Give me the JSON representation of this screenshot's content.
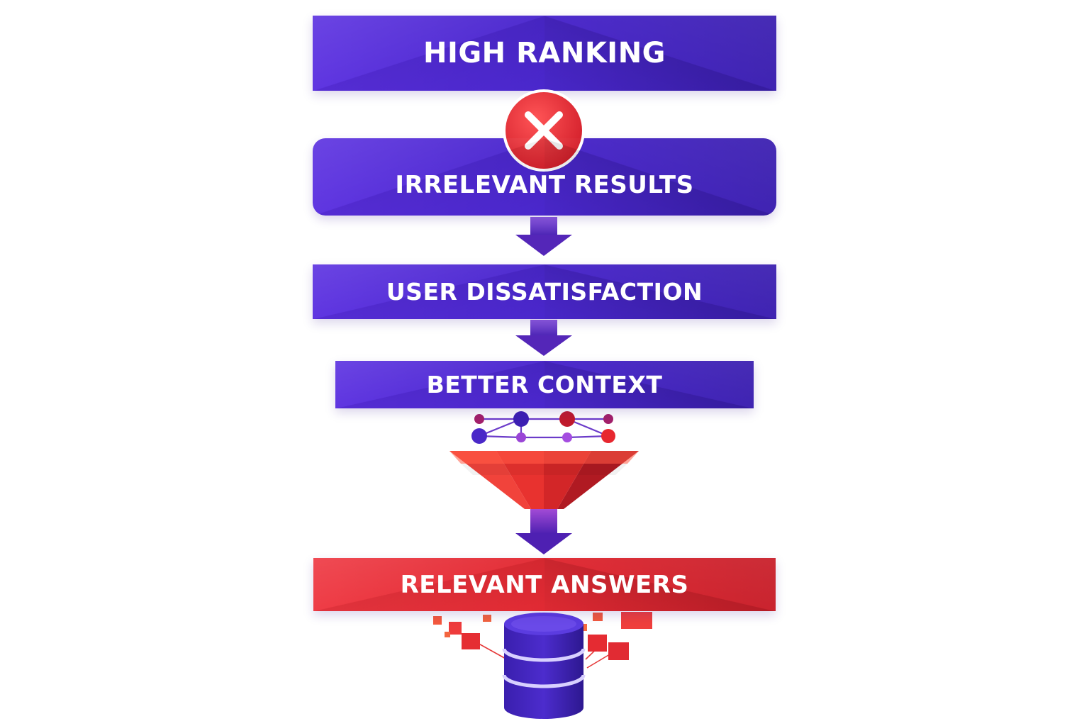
{
  "steps": [
    {
      "label": "HIGH RANKING"
    },
    {
      "label": "IRRELEVANT RESULTS"
    },
    {
      "label": "USER DISSATISFACTION"
    },
    {
      "label": "BETTER CONTEXT"
    },
    {
      "label": "RELEVANT ANSWERS"
    }
  ],
  "icons": {
    "rejection": "x-icon",
    "graph": "network-graph-icon",
    "filter": "funnel-icon",
    "storage": "database-icon"
  },
  "colors": {
    "purple": "#4a27cc",
    "red": "#e12a33",
    "arrow": "#5b2fc2"
  }
}
